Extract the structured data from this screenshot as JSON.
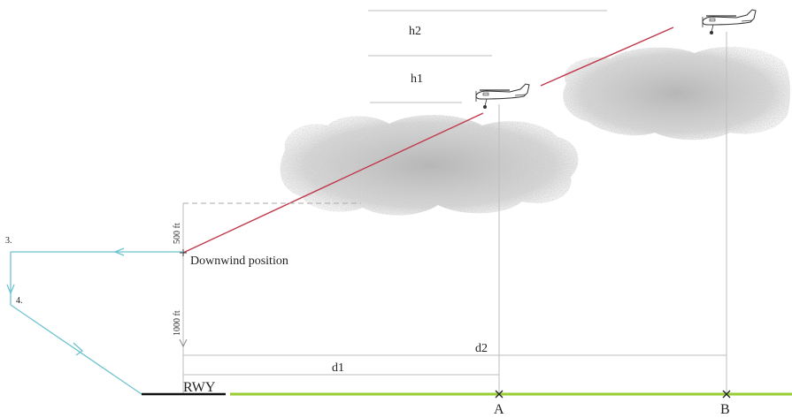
{
  "labels": {
    "h2": "h2",
    "h1": "h1",
    "downwind": "Downwind position",
    "alt_500": "500 ft",
    "alt_1000": "1000 ft",
    "step3": "3.",
    "step4": "4.",
    "d1": "d1",
    "d2": "d2",
    "runway": "RWY",
    "point_a": "A",
    "point_b": "B"
  },
  "colors": {
    "climb_path": "#c0394b",
    "pattern_path": "#6ec3d0",
    "ground": "#9acd32",
    "runway": "#111111",
    "guide": "#bdbdbd"
  }
}
